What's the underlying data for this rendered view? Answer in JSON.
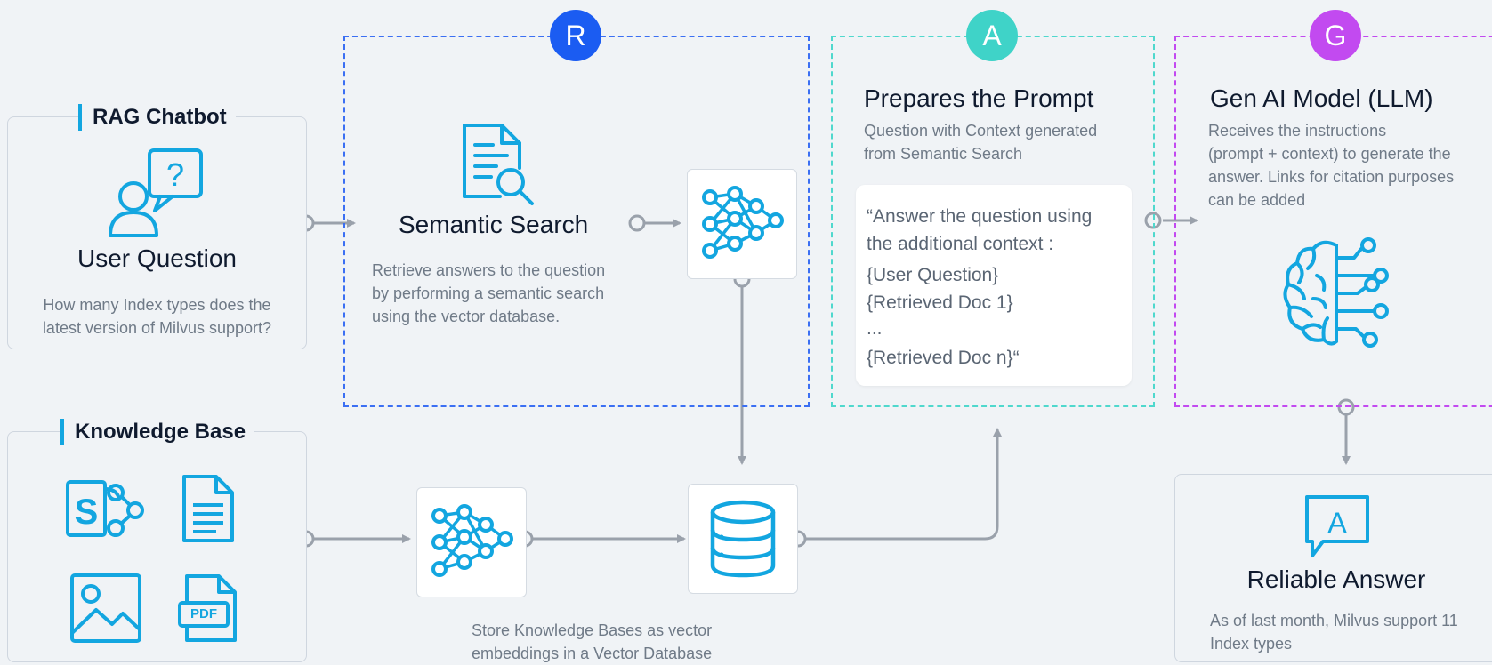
{
  "chatbot": {
    "title": "RAG Chatbot",
    "user_question_heading": "User Question",
    "question_text_1": "How many Index types does the",
    "question_text_2": "latest version of Milvus support?"
  },
  "knowledge_base": {
    "title": "Knowledge Base",
    "pdf_label": "PDF"
  },
  "retrieve": {
    "badge": "R",
    "heading": "Semantic Search",
    "desc_1": "Retrieve answers to the question",
    "desc_2": "by performing a semantic search",
    "desc_3": "using the vector database."
  },
  "augment": {
    "badge": "A",
    "heading": "Prepares the Prompt",
    "desc_1": "Question with Context generated",
    "desc_2": "from Semantic Search",
    "prompt_1": "“Answer the question using",
    "prompt_2": "the additional context :",
    "prompt_3": "{User Question}",
    "prompt_4": "{Retrieved Doc 1}",
    "prompt_5": "...",
    "prompt_6": "{Retrieved Doc n}“"
  },
  "generate": {
    "badge": "G",
    "heading": "Gen AI Model (LLM)",
    "desc_1": "Receives the instructions",
    "desc_2": "(prompt + context) to generate the",
    "desc_3": "answer. Links for citation purposes",
    "desc_4": "can be added"
  },
  "answer": {
    "icon_letter": "A",
    "heading": "Reliable Answer",
    "desc_1": "As of last month, Milvus support 11",
    "desc_2": "Index types"
  },
  "vector_db": {
    "desc_1": "Store Knowledge Bases as vector",
    "desc_2": "embeddings in a Vector Database"
  },
  "colors": {
    "accent": "#13a6e0",
    "retrieve": "#1b5cf2",
    "augment": "#3fd3c8",
    "generate": "#c24af0",
    "arrow": "#9aa1ab"
  }
}
